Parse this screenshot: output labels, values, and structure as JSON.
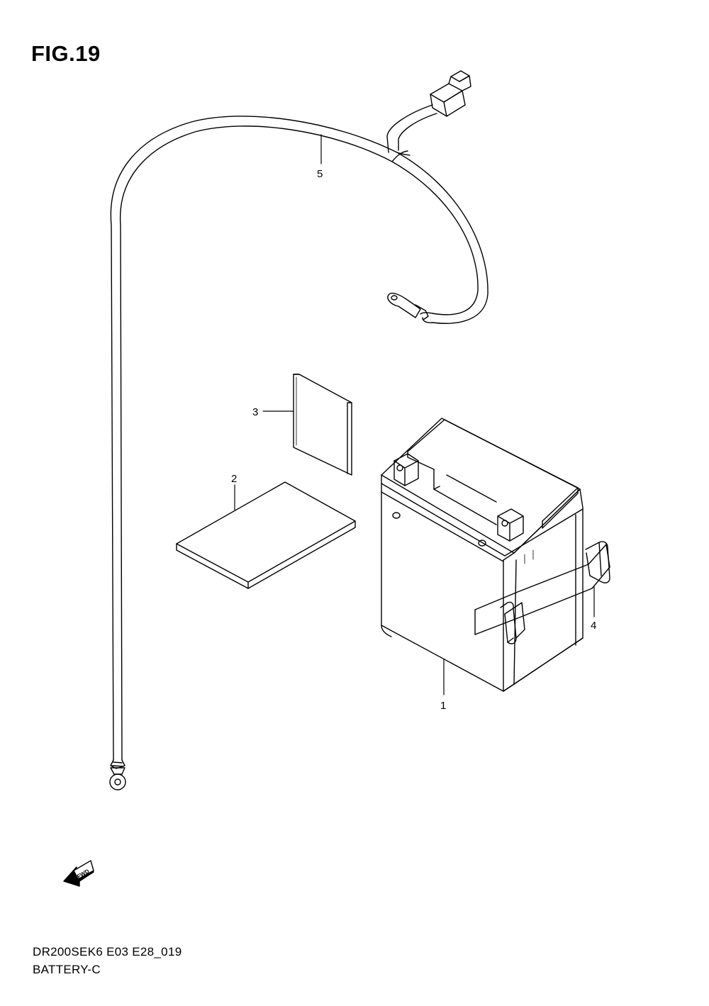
{
  "figure": {
    "title": "FIG.19"
  },
  "callouts": [
    {
      "id": "1",
      "label": "1"
    },
    {
      "id": "2",
      "label": "2"
    },
    {
      "id": "3",
      "label": "3"
    },
    {
      "id": "4",
      "label": "4"
    },
    {
      "id": "5",
      "label": "5"
    }
  ],
  "direction_marker": {
    "label": "FWD",
    "icon": "fwd-arrow-icon"
  },
  "footer": {
    "model_code": "DR200SEK6 E03 E28_019",
    "section_name": "BATTERY-C"
  }
}
